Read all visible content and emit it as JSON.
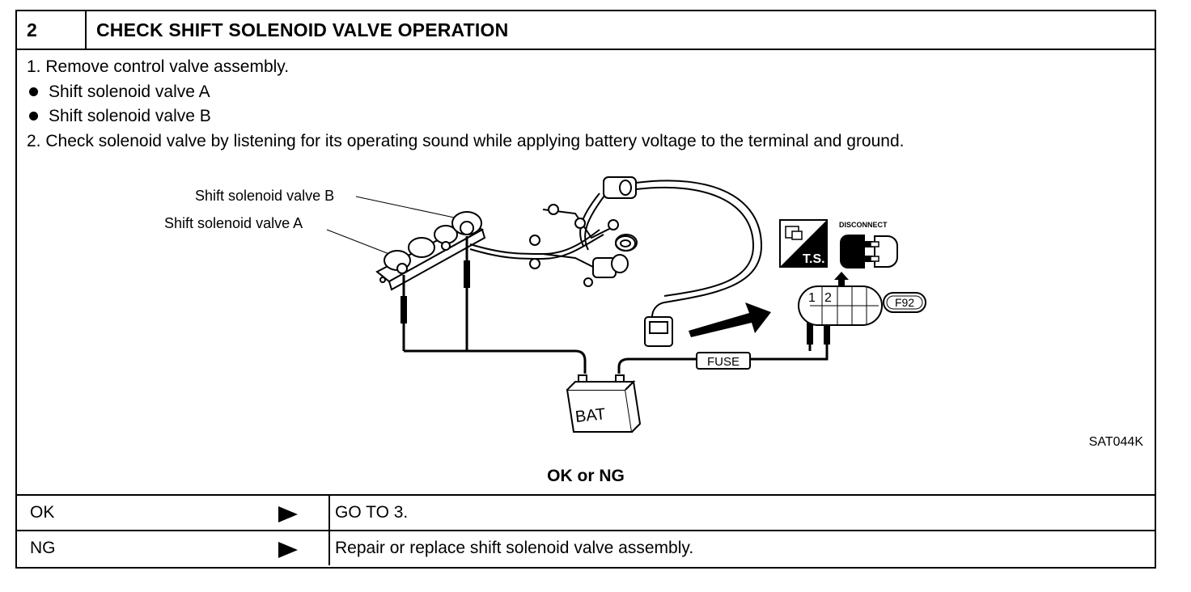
{
  "header": {
    "step_number": "2",
    "title": "CHECK SHIFT SOLENOID VALVE OPERATION"
  },
  "steps": [
    "1.  Remove control valve assembly.",
    "Shift solenoid valve A",
    "Shift solenoid valve B",
    "2.  Check solenoid valve by listening for its operating sound while applying battery voltage to the terminal and ground."
  ],
  "diagram": {
    "callout_b": "Shift solenoid valve B",
    "callout_a": "Shift solenoid valve A",
    "battery_label": "BAT",
    "fuse_label": "FUSE",
    "connector_id": "F92",
    "terminal_1": "1",
    "terminal_2": "2",
    "ts_label": "T.S.",
    "disconnect_label": "DISCONNECT",
    "figure_code": "SAT044K"
  },
  "result_heading": "OK or NG",
  "results": [
    {
      "condition": "OK",
      "action": "GO TO 3."
    },
    {
      "condition": "NG",
      "action": "Repair or replace shift solenoid valve assembly."
    }
  ]
}
